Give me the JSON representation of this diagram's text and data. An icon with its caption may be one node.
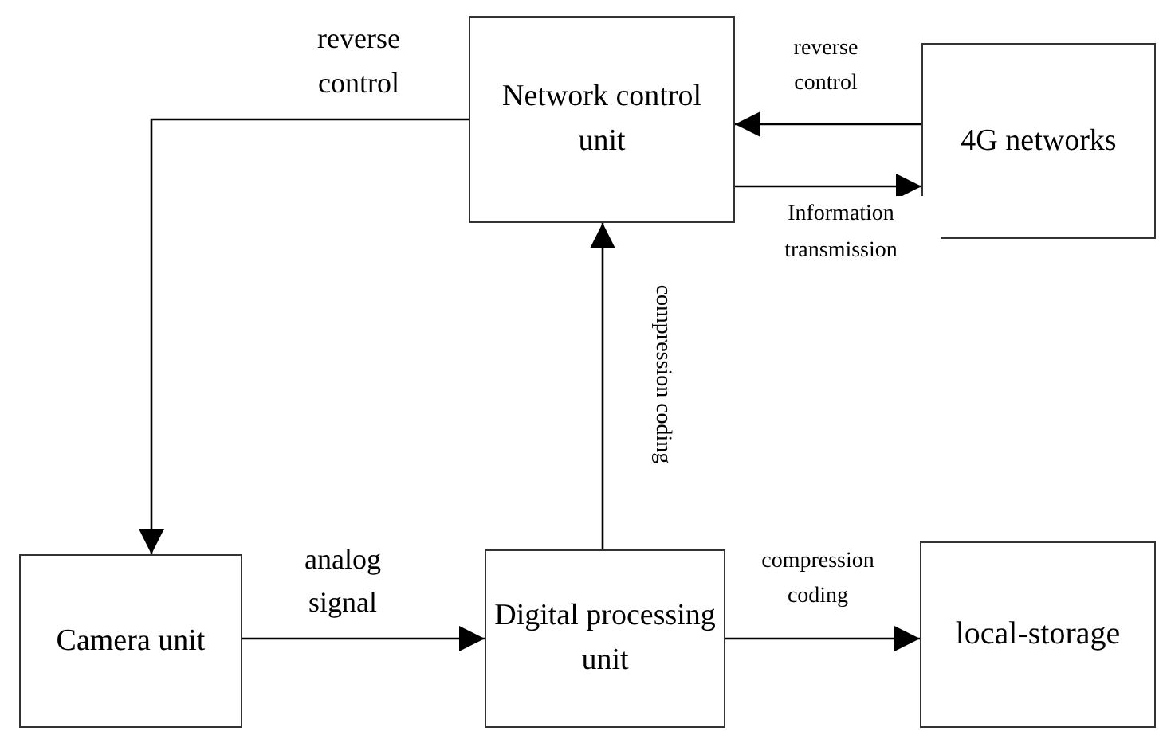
{
  "diagram": {
    "nodes": [
      {
        "text": [
          "Network control unit"
        ]
      },
      {
        "text": [
          "4G networks"
        ]
      },
      {
        "text": [
          "Camera unit"
        ]
      },
      {
        "text": [
          "Digital processing unit"
        ]
      },
      {
        "text": [
          "local-storage"
        ]
      }
    ],
    "edges": [
      {
        "from": 0,
        "to": 2,
        "arrow": "to",
        "label": "reverse control"
      },
      {
        "from": 1,
        "to": 0,
        "arrow": "to",
        "label": "reverse control"
      },
      {
        "from": 0,
        "to": 1,
        "arrow": "to",
        "label": "Information transmission"
      },
      {
        "from": 2,
        "to": 3,
        "arrow": "to",
        "label": "analog signal"
      },
      {
        "from": 3,
        "to": 0,
        "arrow": "to",
        "label": "compression coding"
      },
      {
        "from": 3,
        "to": 4,
        "arrow": "to",
        "label": "compression coding"
      }
    ]
  }
}
